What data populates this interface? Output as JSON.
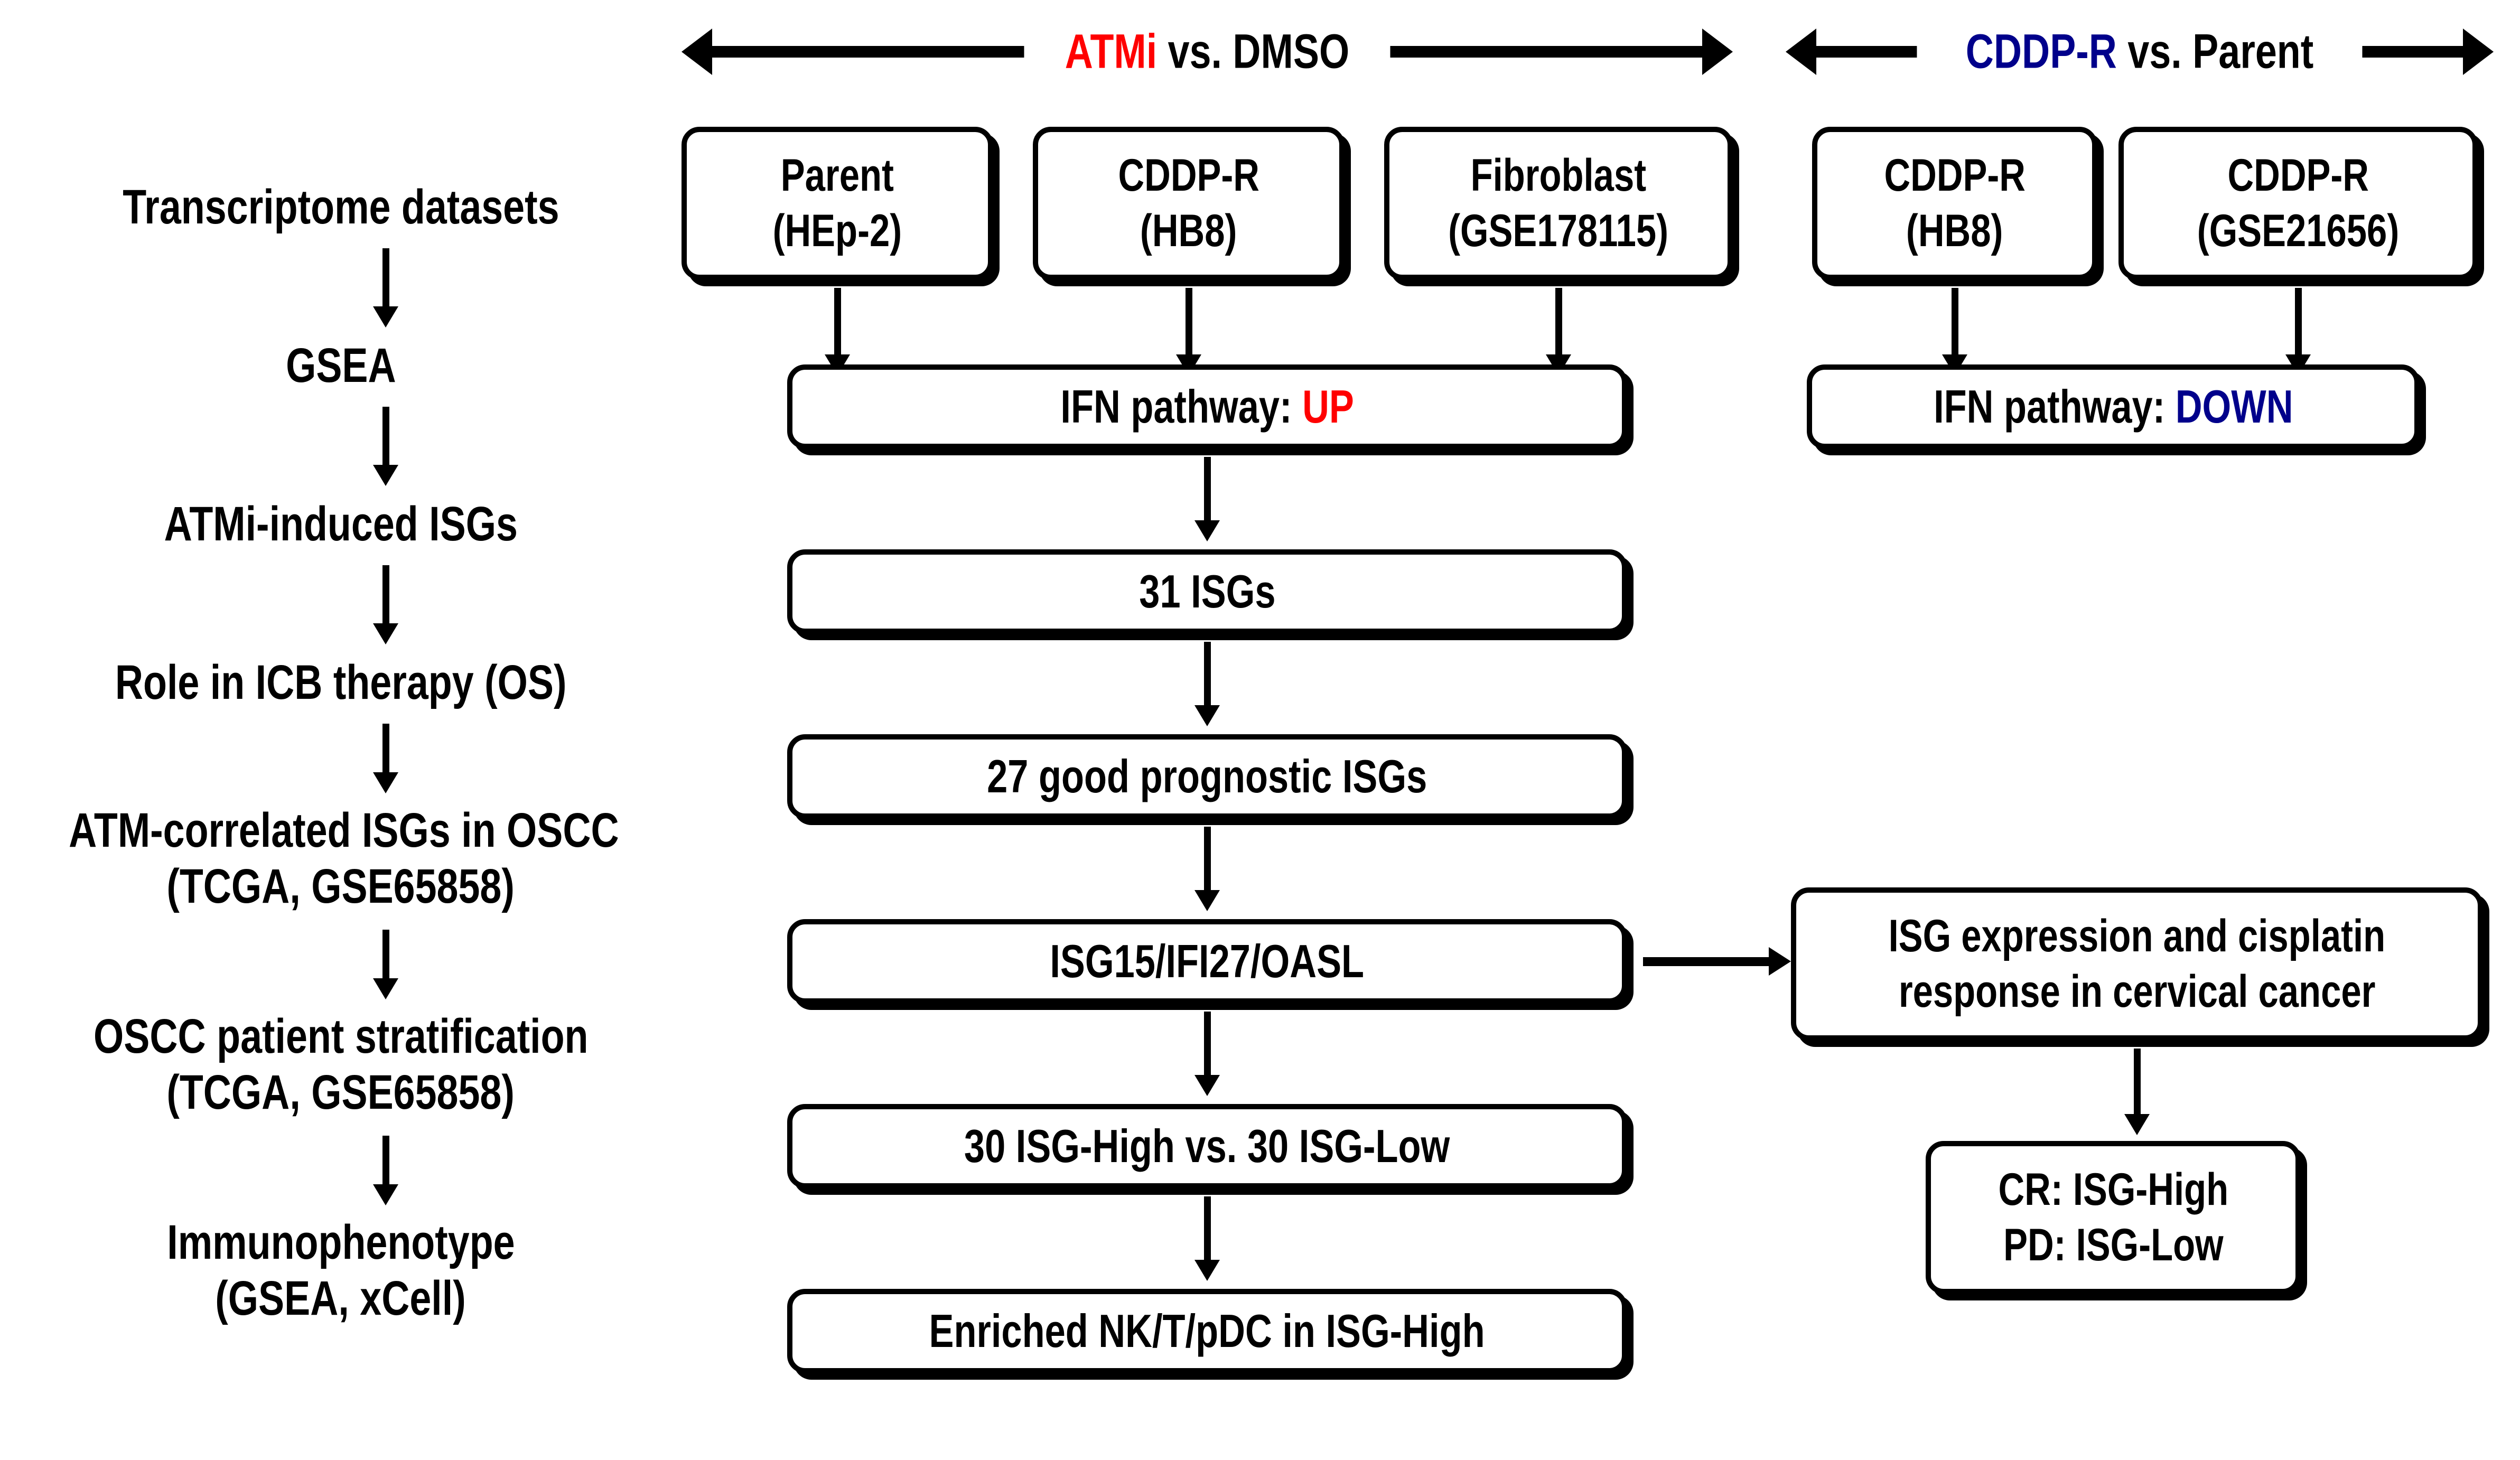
{
  "figure": {
    "type": "flowchart",
    "title": "",
    "accent_colors": {
      "up": "#FF0000",
      "down": "#00008B",
      "default": "#000000"
    }
  },
  "top_headers": [
    {
      "id": "atmi-vs-dmso",
      "prefix": "ATMi",
      "prefix_color": "#FF0000",
      "suffix": " vs. DMSO",
      "arrows": "double"
    },
    {
      "id": "cddpr-vs-parent",
      "prefix": "CDDP-R",
      "prefix_color": "#00008B",
      "suffix": " vs. Parent",
      "arrows": "double"
    }
  ],
  "left_column": {
    "steps": [
      {
        "line1": "Transcriptome datasets",
        "line2": ""
      },
      {
        "line1": "GSEA",
        "line2": ""
      },
      {
        "line1": "ATMi-induced ISGs",
        "line2": ""
      },
      {
        "line1": "Role in ICB therapy (OS)",
        "line2": ""
      },
      {
        "line1": "ATM-correlated ISGs in OSCC",
        "line2": "(TCGA, GSE65858)"
      },
      {
        "line1": "OSCC patient stratification",
        "line2": "(TCGA, GSE65858)"
      },
      {
        "line1": "Immunophenotype",
        "line2": "(GSEA, xCell)"
      }
    ]
  },
  "source_boxes": [
    {
      "id": "parent-hep2",
      "line1": "Parent",
      "line2": "(HEp-2)"
    },
    {
      "id": "cddpr-hb8-left",
      "line1": "CDDP-R",
      "line2": "(HB8)"
    },
    {
      "id": "fibroblast",
      "line1": "Fibroblast",
      "line2": "(GSE178115)"
    },
    {
      "id": "cddpr-hb8-right",
      "line1": "CDDP-R",
      "line2": "(HB8)"
    },
    {
      "id": "cddpr-gse21656",
      "line1": "CDDP-R",
      "line2": "(GSE21656)"
    }
  ],
  "center_column": {
    "ifn_up": {
      "label": "IFN pathway: ",
      "value": "UP",
      "value_color": "#FF0000"
    },
    "steps": [
      {
        "id": "isgs-31",
        "text": "31 ISGs"
      },
      {
        "id": "isgs-27",
        "text": "27 good prognostic ISGs"
      },
      {
        "id": "isg-genes",
        "text": "ISG15/IFI27/OASL"
      },
      {
        "id": "isg-groups",
        "text": "30 ISG-High vs. 30 ISG-Low"
      },
      {
        "id": "enriched-nk",
        "text": "Enriched NK/T/pDC in ISG-High"
      }
    ]
  },
  "right_column": {
    "ifn_down": {
      "label": "IFN pathway: ",
      "value": "DOWN",
      "value_color": "#00008B"
    },
    "cervical": {
      "line1": "ISG expression and cisplatin",
      "line2": "response in cervical cancer"
    },
    "outcome": {
      "line1": "CR: ISG-High",
      "line2": "PD: ISG-Low"
    }
  }
}
